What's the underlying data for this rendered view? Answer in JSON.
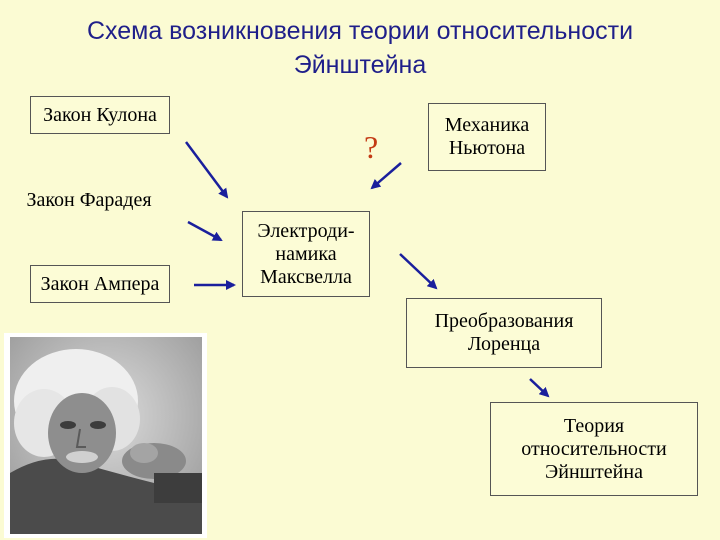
{
  "title_line1": "Схема возникновения теории относительности",
  "title_line2": "Эйнштейна",
  "boxes": {
    "coulomb": "Закон Кулона",
    "faraday": "Закон Фарадея",
    "ampere": "Закон Ампера",
    "maxwell": "Электроди-\nнамика\nМаксвелла",
    "newton": "Механика\nНьютона",
    "lorentz": "Преобразования\nЛоренца",
    "relativity": "Теория\nотносительности\nЭйнштейна"
  },
  "question": "?",
  "colors": {
    "arrow": "#1a1f9c",
    "question": "#c33a14",
    "title": "#1f1f8a",
    "background": "#fbfbd3"
  },
  "arrows": [
    {
      "from": "coulomb",
      "to": "maxwell"
    },
    {
      "from": "faraday",
      "to": "maxwell"
    },
    {
      "from": "ampere",
      "to": "maxwell"
    },
    {
      "from": "newton",
      "to": "maxwell"
    },
    {
      "from": "maxwell",
      "to": "lorentz"
    },
    {
      "from": "lorentz",
      "to": "relativity"
    }
  ]
}
